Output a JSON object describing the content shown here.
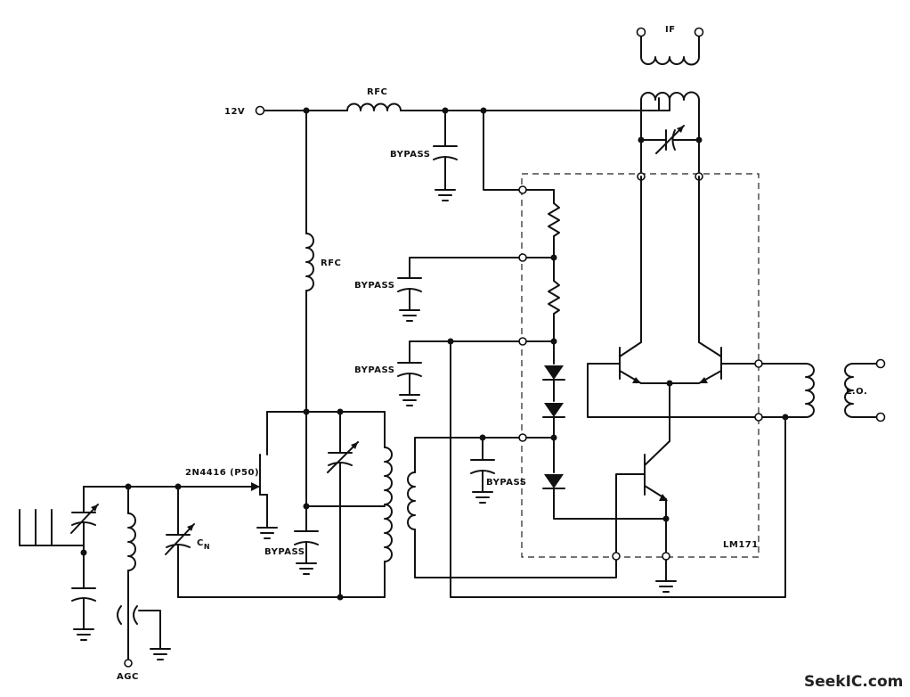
{
  "labels": {
    "supply": "12V",
    "rfc_top": "RFC",
    "rfc_mid": "RFC",
    "if_out": "IF",
    "bypass_1": "BYPASS",
    "bypass_2": "BYPASS",
    "bypass_3": "BYPASS",
    "bypass_4": "BYPASS",
    "bypass_5": "BYPASS",
    "transistor": "2N4416 (P50)",
    "cn": "C",
    "cn_sub": "N",
    "agc": "AGC",
    "lo": "L.O.",
    "ic": "LM171"
  },
  "watermark": "SeekIC.com"
}
